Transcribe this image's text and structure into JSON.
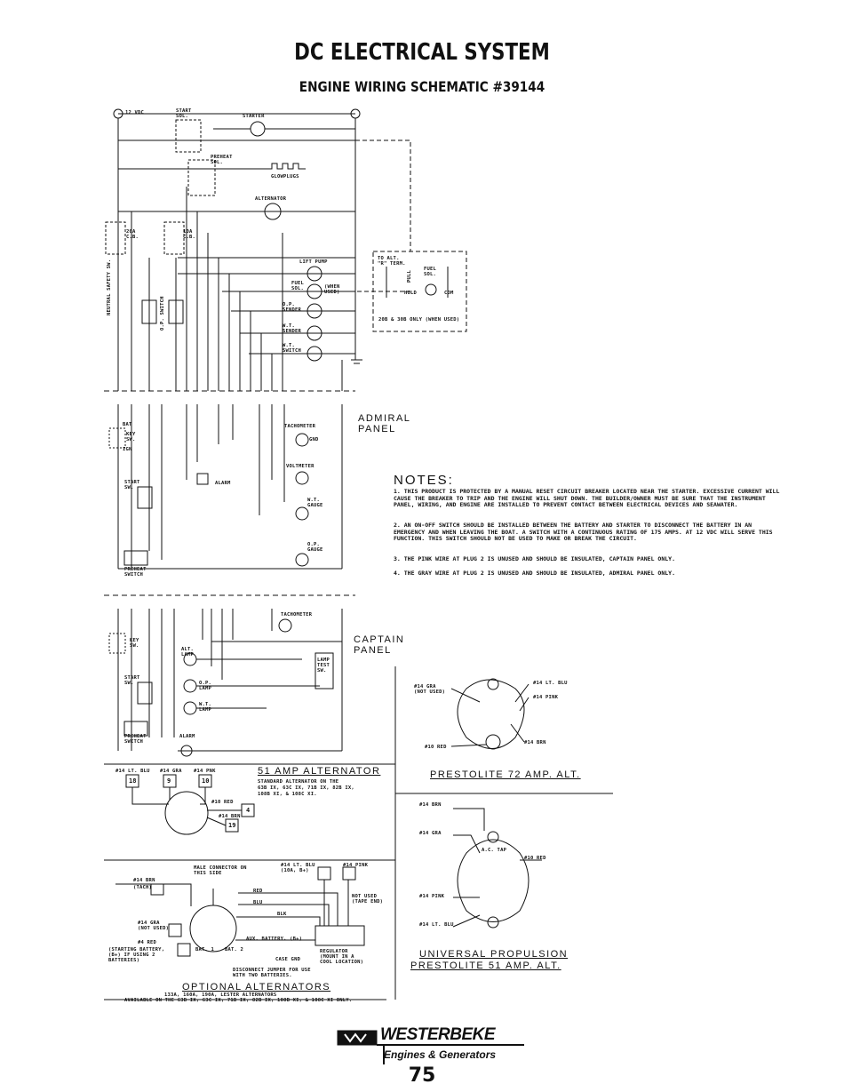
{
  "header": {
    "title": "DC ELECTRICAL SYSTEM",
    "subtitle": "ENGINE WIRING SCHEMATIC #39144"
  },
  "schematic_top": {
    "plus_label": "12 VDC",
    "start_sol": "START SOL.",
    "starter": "STARTER",
    "preheat_sol": "PREHEAT SOL.",
    "glowplugs": "GLOWPLUGS",
    "alternator": "ALTERNATOR",
    "cb_20a": "20A C.B.",
    "cb_10a": "10A C.B.",
    "lift_pump": "LIFT PUMP",
    "fuel_sol": "FUEL SOL.",
    "when_used": "(WHEN USED)",
    "op_sender": "O.P. SENDER",
    "wt_sender": "W.T. SENDER",
    "wt_switch": "W.T. SWITCH",
    "neutral_safety": "NEUTRAL SAFETY SW.",
    "op_switch": "O.P. SWITCH",
    "to_alt": "TO ALT. \"R\" TERM.",
    "pull": "PULL",
    "hold": "HOLD",
    "com": "COM",
    "fuel_sol2": "FUEL SOL.",
    "only_note": "20B & 30B ONLY (WHEN USED)"
  },
  "admiral": {
    "panel": "ADMIRAL PANEL",
    "bat": "BAT",
    "key_sw": "KEY SW.",
    "ign": "IGN",
    "start_sw": "START SW.",
    "preheat_switch": "PREHEAT SWITCH",
    "alarm": "ALARM",
    "tachometer": "TACHOMETER",
    "voltmeter": "VOLTMETER",
    "wt_gauge": "W.T. GAUGE",
    "op_gauge": "O.P. GAUGE",
    "gnd": "GND"
  },
  "captain": {
    "panel": "CAPTAIN PANEL",
    "key_sw": "KEY SW.",
    "start_sw": "START SW.",
    "preheat_switch": "PREHEAT SWITCH",
    "alt_lamp": "ALT. LAMP",
    "op_lamp": "O.P. LAMP",
    "wt_lamp": "W.T. LAMP",
    "lamp_test": "LAMP TEST SW.",
    "tachometer": "TACHOMETER",
    "alarm": "ALARM"
  },
  "notes": {
    "heading": "NOTES:",
    "items": [
      "1. THIS PRODUCT IS PROTECTED BY A MANUAL RESET CIRCUIT BREAKER LOCATED NEAR THE STARTER. EXCESSIVE CURRENT WILL CAUSE THE BREAKER TO TRIP AND THE ENGINE WILL SHUT DOWN. THE BUILDER/OWNER MUST BE SURE THAT THE INSTRUMENT PANEL, WIRING, AND ENGINE ARE INSTALLED TO PREVENT CONTACT BETWEEN ELECTRICAL DEVICES AND SEAWATER.",
      "2. AN ON-OFF SWITCH SHOULD BE INSTALLED BETWEEN THE BATTERY AND STARTER TO DISCONNECT THE BATTERY IN AN EMERGENCY AND WHEN LEAVING THE BOAT. A SWITCH WITH A CONTINUOUS RATING OF 175 AMPS. AT 12 VDC WILL SERVE THIS FUNCTION. THIS SWITCH SHOULD NOT BE USED TO MAKE OR BREAK THE CIRCUIT.",
      "3. THE PINK WIRE AT PLUG 2 IS UNUSED AND SHOULD BE INSULATED, CAPTAIN PANEL ONLY.",
      "4. THE GRAY WIRE AT PLUG 2 IS UNUSED AND SHOULD BE INSULATED, ADMIRAL PANEL ONLY."
    ]
  },
  "alt51": {
    "caption": "51 AMP ALTERNATOR",
    "std1": "STANDARD ALTERNATOR ON THE",
    "std2": "63B IX, 63C IX, 71B IX, 82B IX,",
    "std3": "108B XI, & 108C XI.",
    "w1": "#14 LT. BLU",
    "w2": "#14 GRA",
    "w3": "#14 PNK",
    "w4": "#10 RED",
    "w5": "#14 BRN",
    "n18": "18",
    "n9": "9",
    "n10": "10",
    "n4": "4",
    "n19": "19"
  },
  "optional": {
    "caption": "OPTIONAL ALTERNATORS",
    "sub1": "133A, 160A, 190A, LESTER ALTERNATORS",
    "sub2": "AVAILABLE ON THE 63B IX, 63C IX, 71B IX, 82B IX, 108B XI, & 108C XI ONLY.",
    "male_conn": "MALE CONNECTOR ON THIS SIDE",
    "tach": "(TACH)",
    "not_used": "(NOT USED)",
    "starting_batt": "(STARTING BATTERY, (B+) IF USING 2 BATTERIES)",
    "regulator": "REGULATOR (MOUNT IN A COOL LOCATION)",
    "case_gnd": "CASE GND",
    "disconnect": "DISCONNECT JUMPER FOR USE WITH TWO BATTERIES.",
    "aux": "AUX. BATTERY, (B+)",
    "not_used_tape": "NOT USED (TAPE END)",
    "w_brn": "#14 BRN",
    "w_gra": "#14 GRA",
    "w_red": "#4 RED",
    "w_ltblu": "#14 LT. BLU (10A, B+)",
    "w_pink": "#14 PINK",
    "red": "RED",
    "blu": "BLU",
    "blk": "BLK",
    "bat1": "BAT. 1",
    "bat2": "BAT. 2"
  },
  "prestolite72": {
    "caption": "PRESTOLITE 72 AMP. ALT.",
    "w1": "#14 GRA (NOT USED)",
    "w2": "#14 LT. BLU",
    "w3": "#14 PINK",
    "w4": "#14 BRN",
    "w5": "#10 RED"
  },
  "universal": {
    "caption1": "UNIVERSAL PROPULSION",
    "caption2": "PRESTOLITE 51 AMP. ALT.",
    "w1": "#14 BRN",
    "w2": "#14 GRA",
    "w3": "#10 RED",
    "w4": "#14 PINK",
    "w5": "#14 LT. BLU",
    "ac_tap": "A.C. TAP"
  },
  "footer": {
    "brand": "WESTERBEKE",
    "tagline": "Engines & Generators",
    "page": "75"
  }
}
